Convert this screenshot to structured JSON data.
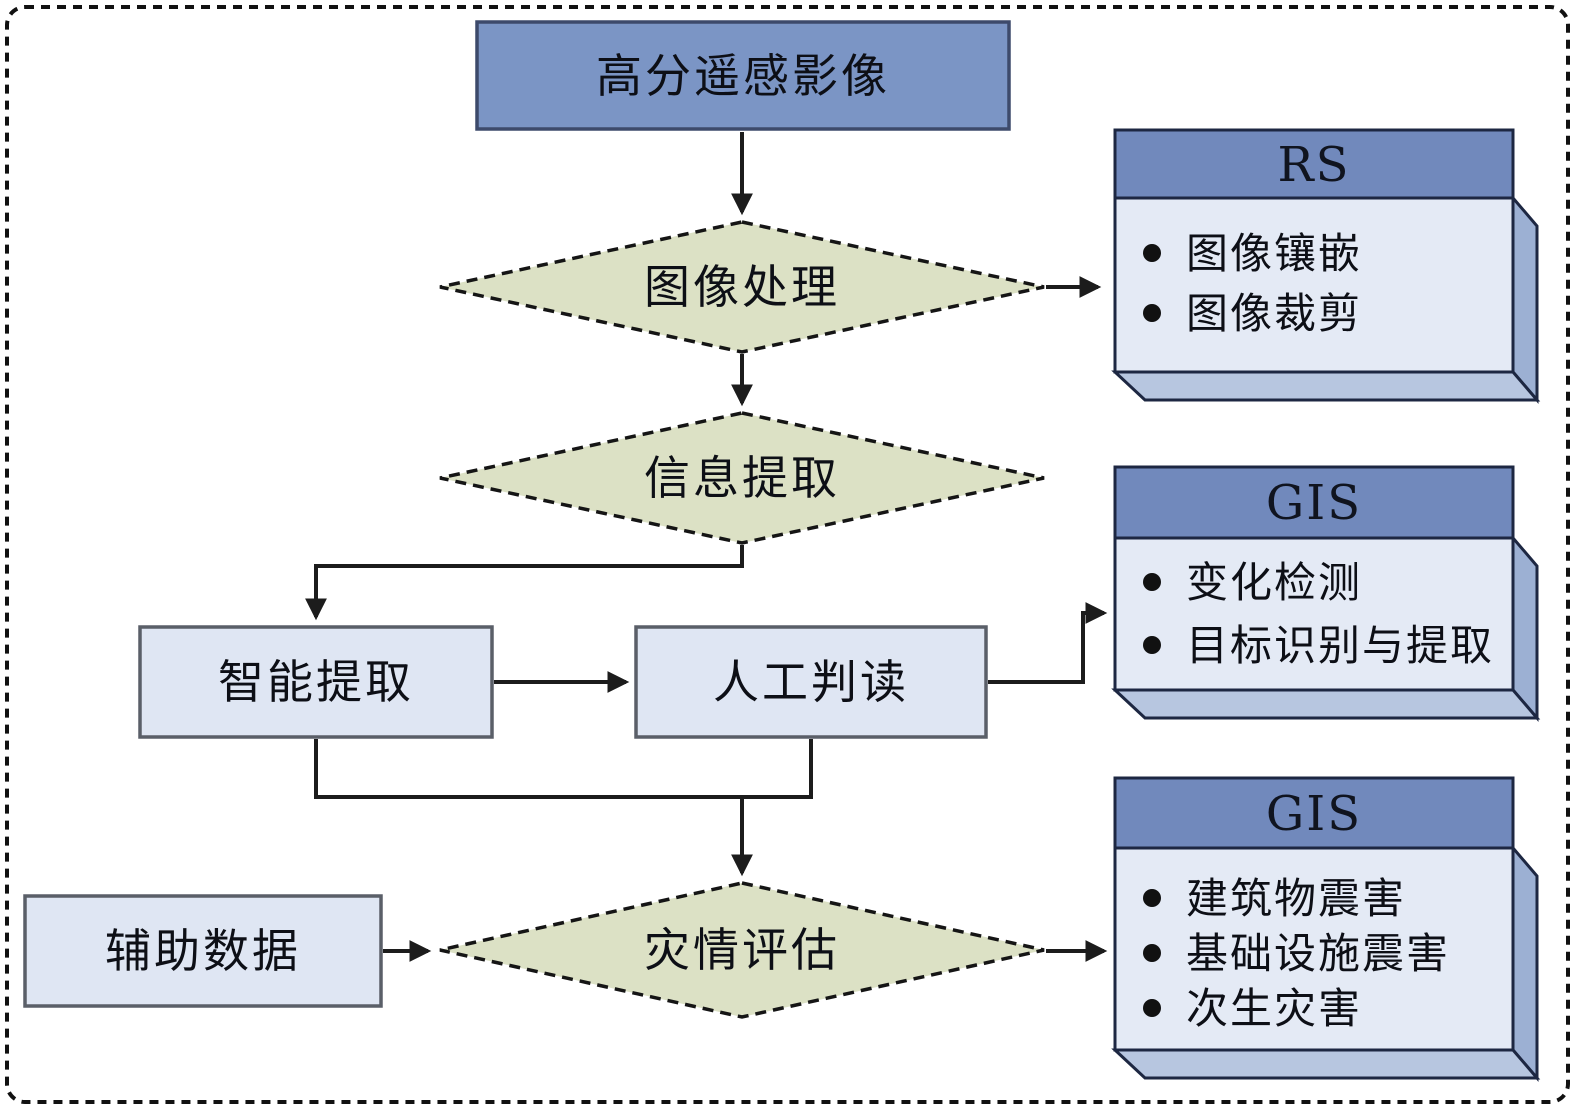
{
  "figure": {
    "nodes": {
      "source": {
        "label": "高分遥感影像"
      },
      "process": {
        "label": "图像处理"
      },
      "extract_info": {
        "label": "信息提取"
      },
      "smart": {
        "label": "智能提取"
      },
      "manual": {
        "label": "人工判读"
      },
      "aux": {
        "label": "辅助数据"
      },
      "assess": {
        "label": "灾情评估"
      }
    },
    "panels": [
      {
        "title": "RS",
        "items": [
          "图像镶嵌",
          "图像裁剪"
        ]
      },
      {
        "title": "GIS",
        "items": [
          "变化检测",
          "目标识别与提取"
        ]
      },
      {
        "title": "GIS",
        "items": [
          "建筑物震害",
          "基础设施震害",
          "次生灾害"
        ]
      }
    ],
    "colors": {
      "source_fill": "#7b95c5",
      "diamond_fill": "#dce1c5",
      "box_fill": "#dfe6f3",
      "panel_header_fill": "#7189bc",
      "panel_body_fill": "#e4eaf5",
      "panel_side_fill": "#9cb0d3",
      "panel_bottom_fill": "#b7c6e0",
      "line_color": "#1c1c1c"
    }
  }
}
